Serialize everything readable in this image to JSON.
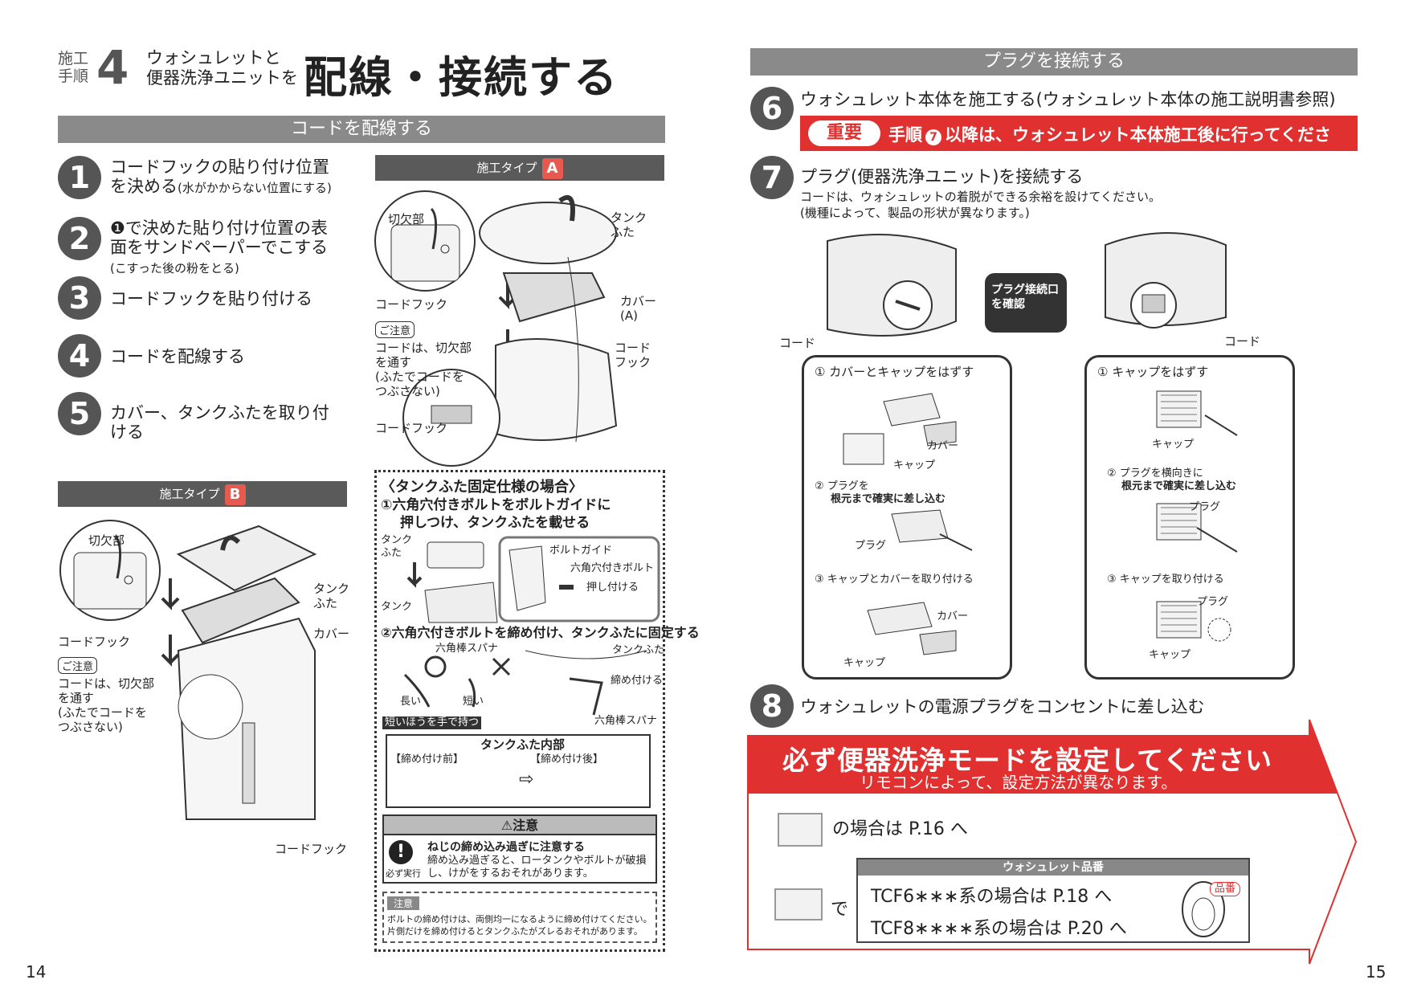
{
  "header": {
    "label1": "施工",
    "label2": "手順",
    "step": "4",
    "sub1": "ウォシュレットと",
    "sub2": "便器洗浄ユニットを",
    "title": "配線・接続する"
  },
  "left": {
    "bar": "コードを配線する",
    "steps": [
      {
        "n": "1",
        "t": "コードフックの貼り付け位置",
        "t2": "を決める",
        "note": "(水がかからない位置にする)"
      },
      {
        "n": "2",
        "t": "❶で決めた貼り付け位置の表",
        "t2": "面をサンドペーパーでこする",
        "note": "(こすった後の粉をとる)"
      },
      {
        "n": "3",
        "t": "コードフックを貼り付ける"
      },
      {
        "n": "4",
        "t": "コードを配線する"
      },
      {
        "n": "5",
        "t": "カバー、タンクふたを取り付",
        "t2": "ける"
      }
    ],
    "typeA": {
      "label": "施工タイプ",
      "letter": "A",
      "kirikake": "切欠部",
      "tank_futa": "タンク\nふた",
      "cover": "カバー\n(A)",
      "cord_hook_r": "コード\nフック",
      "cord_hook1": "コードフック",
      "caution": "ご注意",
      "note1": "コードは、切欠部",
      "note2": "を通す",
      "note3": "(ふたでコードを",
      "note4": "つぶさない)",
      "cord_hook2": "コードフック"
    },
    "typeB": {
      "label": "施工タイプ",
      "letter": "B",
      "kirikake": "切欠部",
      "tank_futa": "タンク\nふた",
      "cover": "カバー",
      "cord_hook1": "コードフック",
      "caution": "ご注意",
      "note1": "コードは、切欠部",
      "note2": "を通す",
      "note3": "(ふたでコードを",
      "note4": "つぶさない)",
      "cord_hook2": "コードフック"
    },
    "fixed": {
      "title": "〈タンクふた固定仕様の場合〉",
      "s1a": "①六角穴付きボルトをボルトガイドに",
      "s1b": "押しつけ、タンクふたを載せる",
      "tankfuta": "タンク\nふた",
      "tank": "タンク",
      "guide": "ボルトガイド",
      "bolt": "六角穴付きボルト",
      "push": "押し付ける",
      "s2": "②六角穴付きボルトを締め付け、タンクふたに固定する",
      "spanner": "六角棒スパナ",
      "long": "長い",
      "short": "短い",
      "hold": "短いほうを手で持つ",
      "tankfuta2": "タンクふた",
      "tighten": "締め付ける",
      "spanner2": "六角棒スパナ",
      "inner": "タンクふた内部",
      "before": "【締め付け前】",
      "after": "【締め付け後】",
      "warn_head": "⚠注意",
      "warn_t": "ねじの締め込み過ぎに注意する",
      "warn_1": "締め込み過ぎると、ロータンクやボルトが破損",
      "warn_2": "し、けがをするおそれがあります。",
      "must": "必ず実行",
      "note_h": "注意",
      "note_1": "ボルトの締め付けは、両側均一になるように締め付けてください。",
      "note_2": "片側だけを締め付けるとタンクふたがズレるおそれがあります。"
    },
    "page": "14"
  },
  "right": {
    "bar": "プラグを接続する",
    "s6": "ウォシュレット本体を施工する(ウォシュレット本体の施工説明書参照)",
    "jyuyo": "重要",
    "jyuyo_t1": "手順",
    "jyuyo_n": "7",
    "jyuyo_t2": "以降は、ウォシュレット本体施工後に行ってください。",
    "s7": "プラグ(便器洗浄ユニット)を接続する",
    "s7n1": "コードは、ウォシュレットの着脱ができる余裕を設けてください。",
    "s7n2": "(機種によって、製品の形状が異なります。)",
    "badge": "プラグ接続口\nを確認",
    "cordL": "コード",
    "cordR": "コード",
    "boxL": {
      "a": "① カバーとキャップをはずす",
      "cover": "カバー",
      "cap": "キャップ",
      "b1": "② プラグを",
      "b2": "根元まで確実に差し込む",
      "plug": "プラグ",
      "c": "③ キャップとカバーを取り付ける",
      "cover2": "カバー",
      "cap2": "キャップ"
    },
    "boxR": {
      "a": "① キャップをはずす",
      "cap": "キャップ",
      "b1": "② プラグを横向きに",
      "b2": "根元まで確実に差し込む",
      "plug": "プラグ",
      "c": "③ キャップを取り付ける",
      "plug2": "プラグ",
      "cap2": "キャップ"
    },
    "s8": "ウォシュレットの電源プラグをコンセントに差し込む",
    "banner1": "必ず便器洗浄モードを設定してください",
    "banner2": "リモコンによって、設定方法が異なります。",
    "r1": "の場合は P.16 へ",
    "de": "で",
    "hinban_h": "ウォシュレット品番",
    "tcf6": "TCF6∗∗∗系の場合は P.18 へ",
    "tcf8": "TCF8∗∗∗∗系の場合は P.20 へ",
    "hinban": "品番",
    "page": "15"
  },
  "colors": {
    "bar": "#8a8a8a",
    "num": "#555555",
    "red": "#e03030",
    "type": "#5a5a5a"
  }
}
